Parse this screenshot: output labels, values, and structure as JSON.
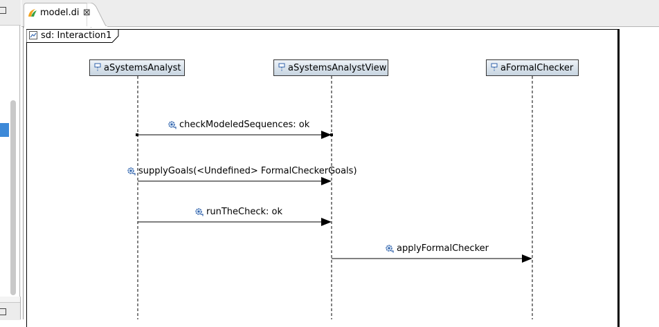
{
  "editor": {
    "tab_label": "model.di",
    "close_glyph": "⊠"
  },
  "frame": {
    "label": "sd: Interaction1"
  },
  "lifelines": [
    {
      "name": "aSystemsAnalyst"
    },
    {
      "name": "aSystemsAnalystView"
    },
    {
      "name": "aFormalChecker"
    }
  ],
  "messages": [
    {
      "label": "checkModeledSequences: ok",
      "from": 0,
      "to": 1
    },
    {
      "label": "supplyGoals(<Undefined> FormalCheckerGoals)",
      "from": 0,
      "to": 1
    },
    {
      "label": "runTheCheck: ok",
      "from": 0,
      "to": 1
    },
    {
      "label": "applyFormalChecker",
      "from": 1,
      "to": 2
    }
  ],
  "colors": {
    "selection": "#3d89d8",
    "lifeline_gradient_top": "#eef3f8",
    "lifeline_gradient_bottom": "#c7d4e0",
    "message_icon": "#2e5fa8"
  },
  "icons": {
    "tab": "papyrus-icon",
    "frame": "interaction-icon",
    "lifeline": "lifeline-pin-icon",
    "message": "message-gear-icon"
  }
}
